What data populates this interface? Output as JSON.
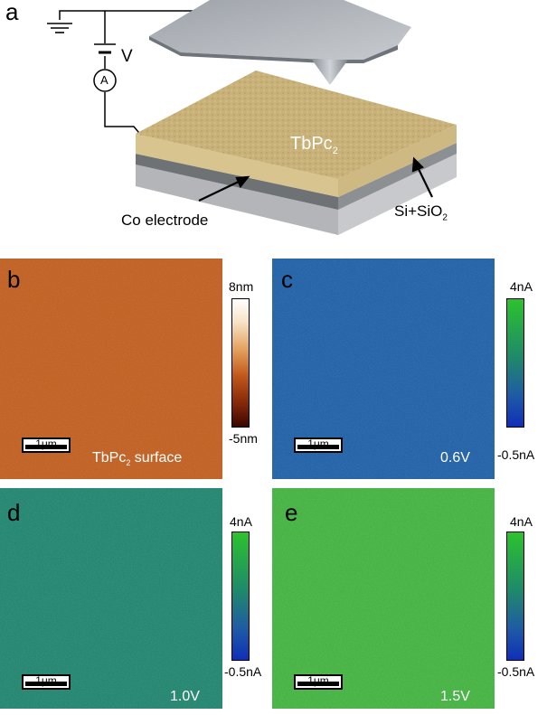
{
  "panels": {
    "a": {
      "letter": "a",
      "voltage_label": "V",
      "ammeter_label": "A",
      "layer_top": "TbPc",
      "layer_top_sub": "2",
      "electrode_label": "Co electrode",
      "substrate_label": "Si+SiO",
      "substrate_sub": "2"
    },
    "b": {
      "letter": "b",
      "scale": "1μm",
      "caption_main": "TbPc",
      "caption_sub": "2",
      "caption_rest": " surface",
      "colorbar_max": "8nm",
      "colorbar_min": "-5nm",
      "map_color": "#c2581c"
    },
    "c": {
      "letter": "c",
      "scale": "1μm",
      "voltage": "0.6V",
      "colorbar_max": "4nA",
      "colorbar_min": "-0.5nA",
      "map_color": "#1f5ca3"
    },
    "d": {
      "letter": "d",
      "scale": "1μm",
      "voltage": "1.0V",
      "colorbar_max": "4nA",
      "colorbar_min": "-0.5nA",
      "map_color": "#1f7f6a"
    },
    "e": {
      "letter": "e",
      "scale": "1μm",
      "voltage": "1.5V",
      "colorbar_max": "4nA",
      "colorbar_min": "-0.5nA",
      "map_color": "#3fae3c"
    }
  }
}
